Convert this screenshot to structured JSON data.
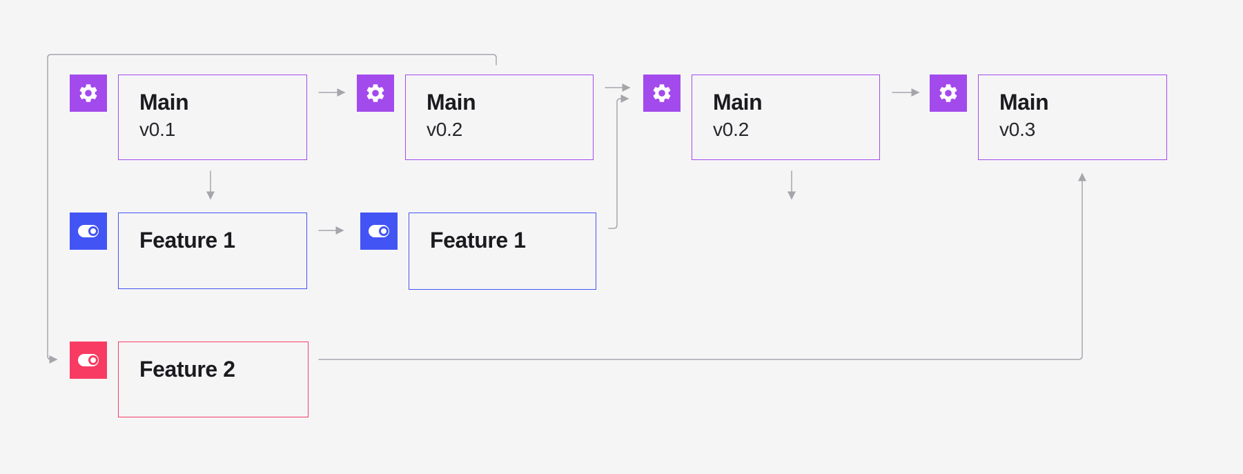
{
  "canvas": {
    "background_color": "#f5f5f6",
    "connector_color": "#a5a6ab"
  },
  "colors": {
    "main_purple": "#a34aec",
    "feature_blue": "#4254f4",
    "feature_pink": "#f83b62",
    "title_text": "#1b1b1f",
    "version_text": "#27272b"
  },
  "nodes": [
    {
      "id": "main-1",
      "type": "main",
      "icon": "gear-icon",
      "title": "Main",
      "version": "v0.1"
    },
    {
      "id": "main-2",
      "type": "main",
      "icon": "gear-icon",
      "title": "Main",
      "version": "v0.2"
    },
    {
      "id": "main-3",
      "type": "main",
      "icon": "gear-icon",
      "title": "Main",
      "version": "v0.2"
    },
    {
      "id": "main-4",
      "type": "main",
      "icon": "gear-icon",
      "title": "Main",
      "version": "v0.3"
    },
    {
      "id": "feature-1a",
      "type": "feature-blue",
      "icon": "toggle-icon",
      "title": "Feature 1",
      "version": ""
    },
    {
      "id": "feature-1b",
      "type": "feature-blue",
      "icon": "toggle-icon",
      "title": "Feature 1",
      "version": ""
    },
    {
      "id": "feature-2",
      "type": "feature-pink",
      "icon": "toggle-icon",
      "title": "Feature 2",
      "version": ""
    }
  ],
  "edges": [
    {
      "from": "main-1",
      "to": "main-2",
      "shape": "straight-right-arrow"
    },
    {
      "from": "main-2",
      "to": "main-3",
      "shape": "straight-right-arrow"
    },
    {
      "from": "main-3",
      "to": "main-4",
      "shape": "straight-right-arrow"
    },
    {
      "from": "main-1",
      "to": "feature-1a",
      "shape": "straight-down-arrow"
    },
    {
      "from": "feature-1a",
      "to": "feature-1b",
      "shape": "straight-right-arrow"
    },
    {
      "from": "feature-1b",
      "to": "main-3",
      "shape": "elbow-right-up-right-arrow"
    },
    {
      "from": "main-2",
      "to": "feature-2",
      "shape": "elbow-up-left-down-right-arrow"
    },
    {
      "from": "feature-2",
      "to": "main-4",
      "shape": "elbow-right-up-arrow"
    },
    {
      "from": "main-3",
      "to": "",
      "shape": "dangling-down-arrow"
    }
  ]
}
